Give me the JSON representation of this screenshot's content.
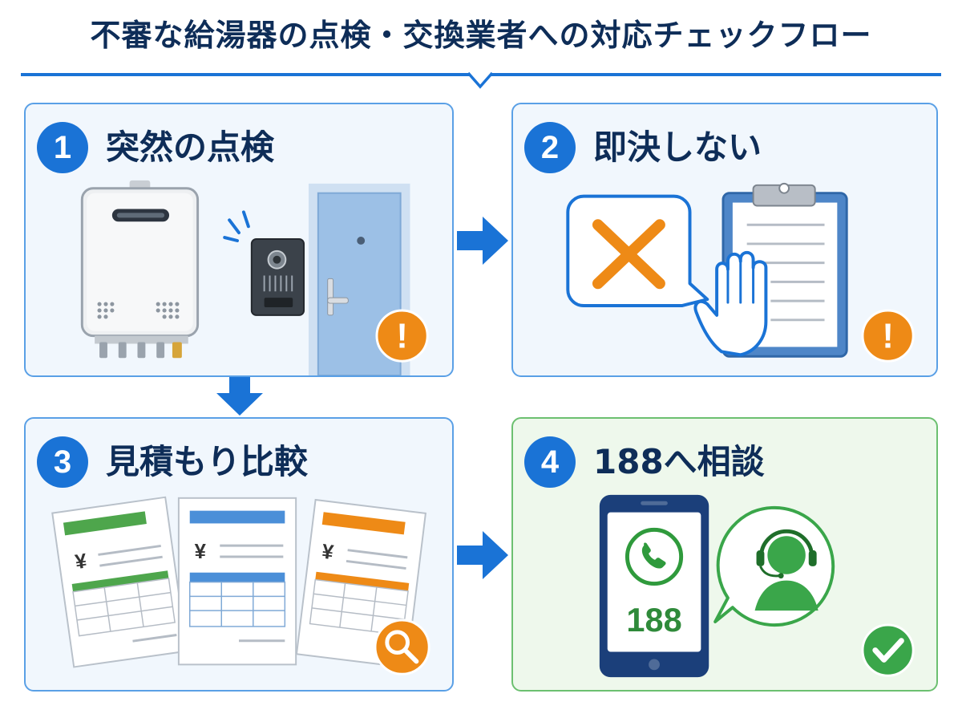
{
  "title": "不審な給湯器の点検・交換業者への対応チェックフロー",
  "steps": [
    {
      "number": "1",
      "heading": "突然の点検"
    },
    {
      "number": "2",
      "heading": "即決しない"
    },
    {
      "number": "3",
      "heading": "見積もり比較"
    },
    {
      "number": "4",
      "heading": "188へ相談"
    }
  ],
  "phone_number": "188",
  "yen_mark": "¥",
  "alert_mark": "!",
  "colors": {
    "primary_blue": "#1a73d6",
    "navy": "#0e2d58",
    "alert_orange": "#ee8a16",
    "success_green": "#3aa64a"
  },
  "icons": [
    "water-heater-icon",
    "intercom-icon",
    "door-icon",
    "cross-icon",
    "clipboard-icon",
    "stop-hand-icon",
    "estimate-sheet-icon",
    "magnifier-icon",
    "smartphone-icon",
    "phone-icon",
    "operator-icon",
    "check-icon"
  ]
}
